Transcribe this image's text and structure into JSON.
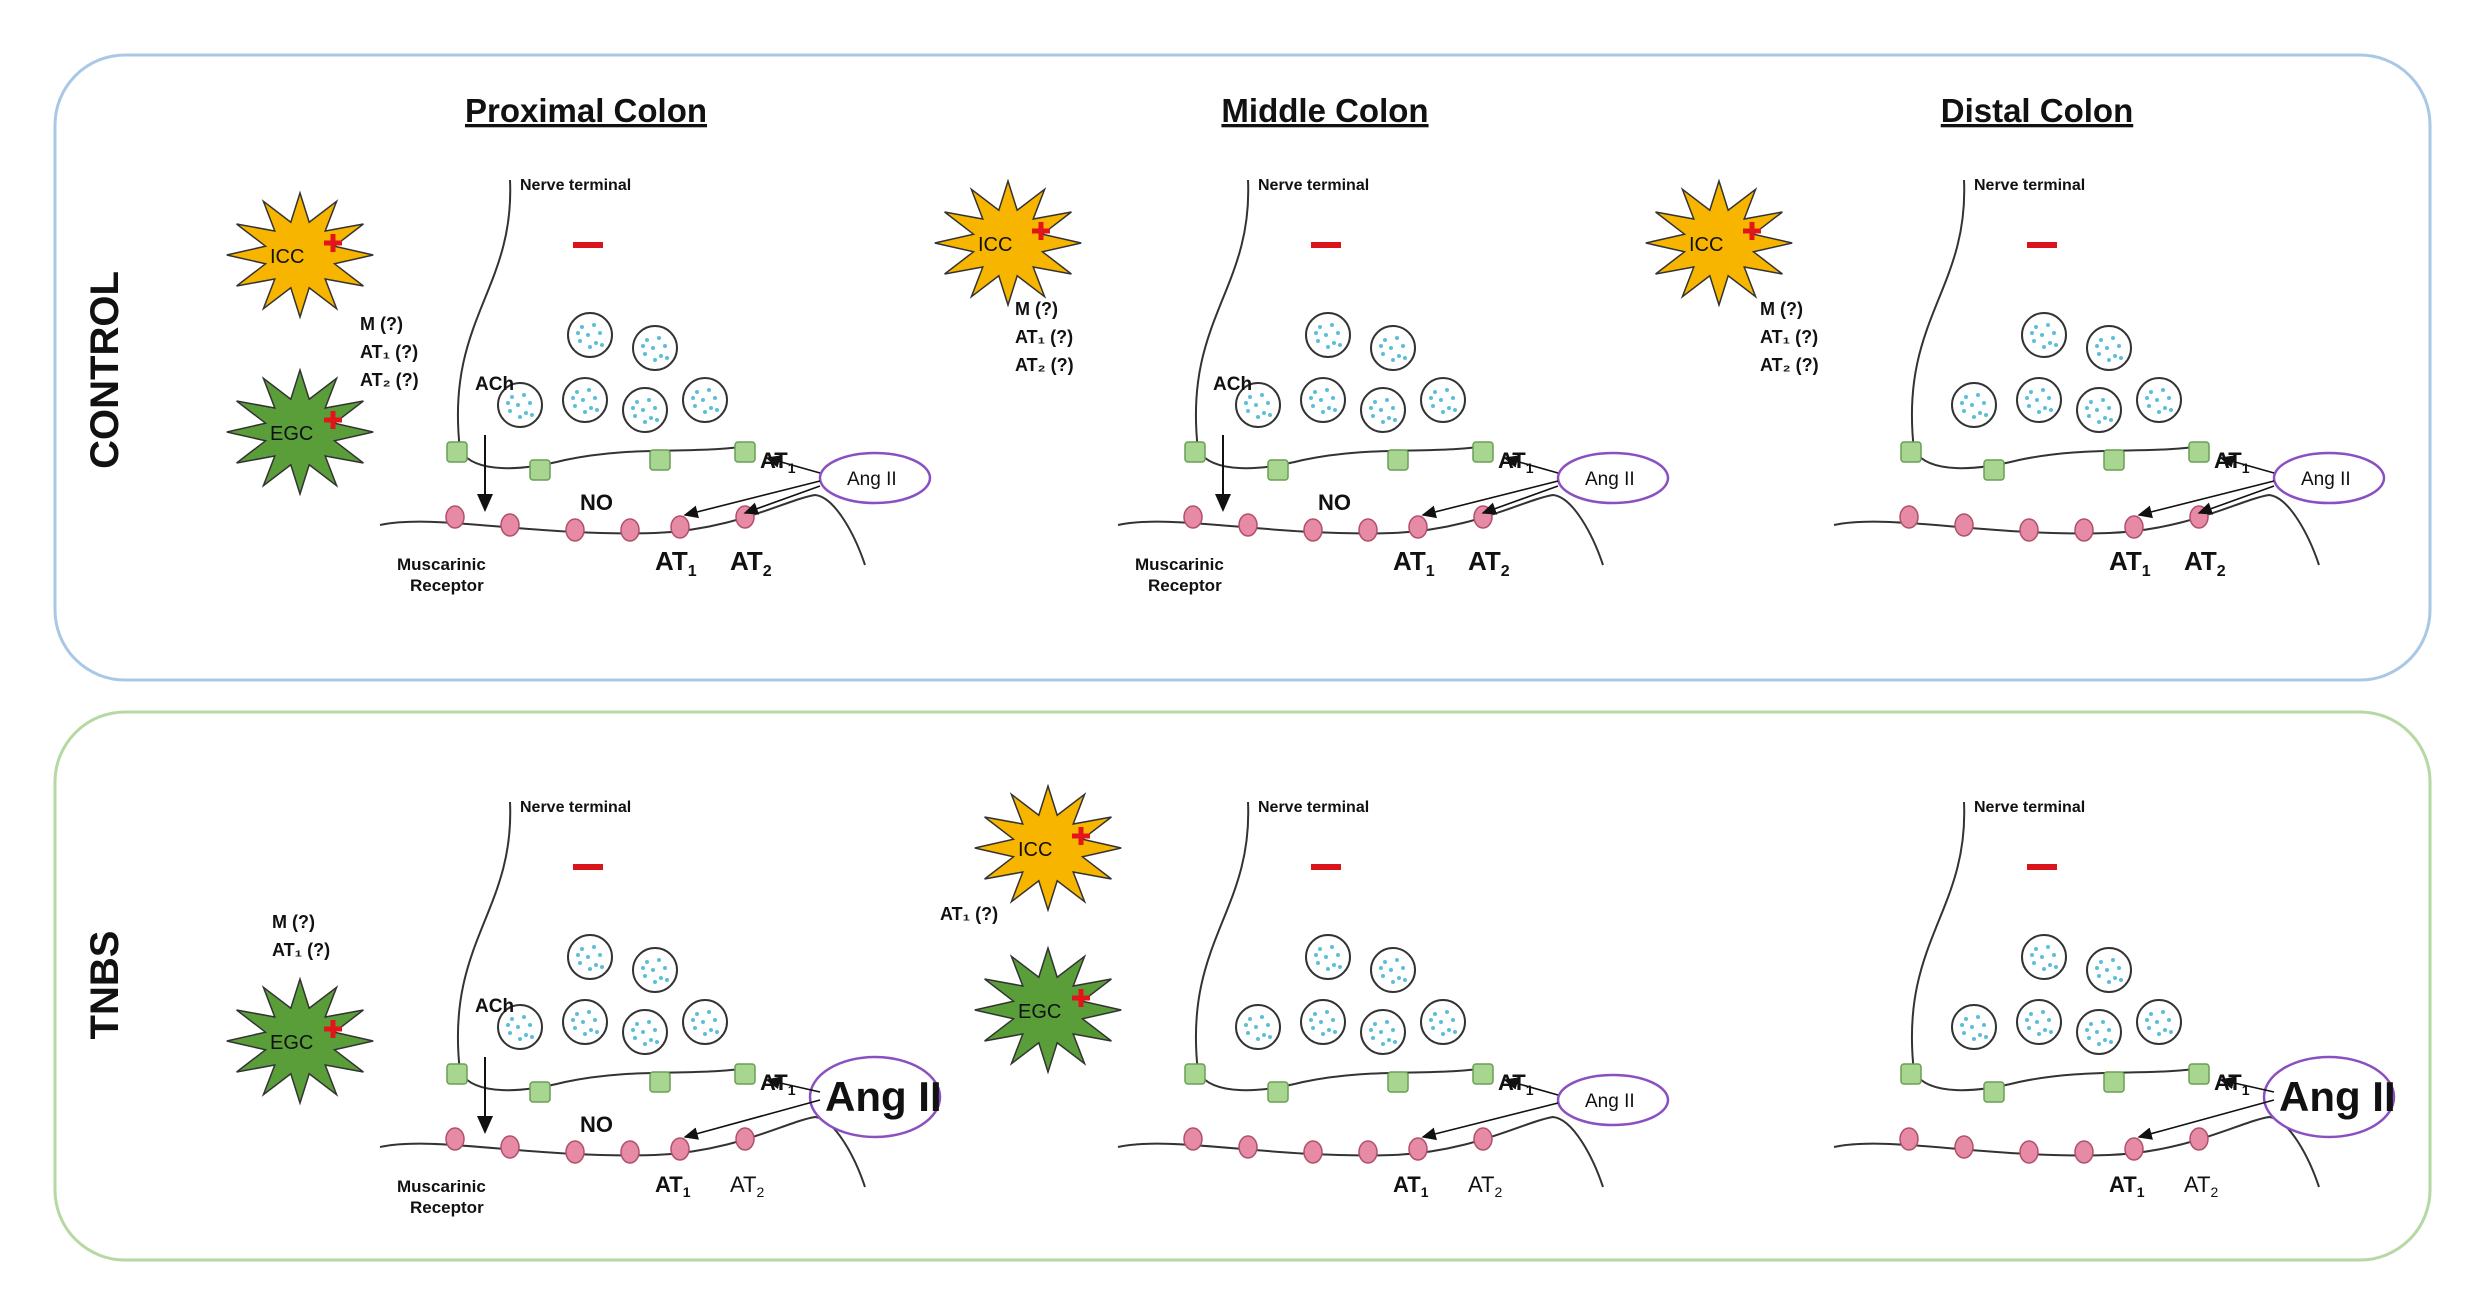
{
  "rows": [
    {
      "label": "CONTROL",
      "panels": [
        {
          "title": "Proximal Colon",
          "nerve_label": "Nerve terminal",
          "ach_label": "ACh",
          "no_label": "NO",
          "muscarinic_label": [
            "Muscarinic",
            "Receptor"
          ],
          "angii_label": "Ang II",
          "at1_label": "AT",
          "at1_sub": "1",
          "post_at1": "AT",
          "post_at1_sub": "1",
          "post_at2": "AT",
          "post_at2_sub": "2",
          "side_notes": [
            "M (?)",
            "AT₁ (?)",
            "AT₂ (?)"
          ],
          "icc_label": "ICC",
          "egc_label": "EGC"
        },
        {
          "title": "Middle Colon",
          "nerve_label": "Nerve terminal",
          "ach_label": "ACh",
          "no_label": "NO",
          "muscarinic_label": [
            "Muscarinic",
            "Receptor"
          ],
          "angii_label": "Ang II",
          "at1_label": "AT",
          "at1_sub": "1",
          "post_at1": "AT",
          "post_at1_sub": "1",
          "post_at2": "AT",
          "post_at2_sub": "2",
          "side_notes": [
            "M (?)",
            "AT₁ (?)",
            "AT₂ (?)"
          ],
          "icc_label": "ICC"
        },
        {
          "title": "Distal Colon",
          "nerve_label": "Nerve terminal",
          "angii_label": "Ang II",
          "at1_label": "AT",
          "at1_sub": "1",
          "post_at1": "AT",
          "post_at1_sub": "1",
          "post_at2": "AT",
          "post_at2_sub": "2",
          "side_notes": [
            "M (?)",
            "AT₁ (?)",
            "AT₂ (?)"
          ],
          "icc_label": "ICC"
        }
      ]
    },
    {
      "label": "TNBS",
      "panels": [
        {
          "nerve_label": "Nerve terminal",
          "ach_label": "ACh",
          "no_label": "NO",
          "muscarinic_label": [
            "Muscarinic",
            "Receptor"
          ],
          "angii_label": "Ang II",
          "at1_label": "AT",
          "at1_sub": "1",
          "post_at1": "AT",
          "post_at1_sub": "1",
          "post_at2": "AT",
          "post_at2_sub": "2",
          "side_notes": [
            "M (?)",
            "AT₁ (?)"
          ],
          "egc_label": "EGC"
        },
        {
          "nerve_label": "Nerve terminal",
          "angii_label": "Ang II",
          "at1_label": "AT",
          "at1_sub": "1",
          "post_at1": "AT",
          "post_at1_sub": "1",
          "post_at2": "AT",
          "post_at2_sub": "2",
          "side_notes": [
            "AT₁ (?)"
          ],
          "icc_label": "ICC",
          "egc_label": "EGC"
        },
        {
          "nerve_label": "Nerve terminal",
          "angii_label": "Ang II",
          "at1_label": "AT",
          "at1_sub": "1",
          "post_at1": "AT",
          "post_at1_sub": "1",
          "post_at2": "AT",
          "post_at2_sub": "2"
        }
      ]
    }
  ],
  "colors": {
    "control_border": "#a9c8e6",
    "tnbs_border": "#b6d8a2",
    "icc_fill": "#f7b500",
    "egc_fill": "#5a9e3a",
    "plus": "#e3151a",
    "minus": "#d9141b",
    "receptor_pre": "#a8d58f",
    "receptor_post": "#e68aa6",
    "angii_ring": "#8a4fc1",
    "vesicle_dots": "#5bbfd8"
  }
}
